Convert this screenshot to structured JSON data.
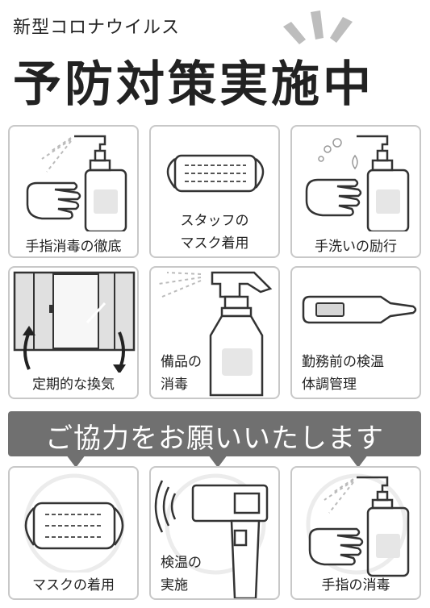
{
  "header": {
    "subtitle": "新型コロナウイルス",
    "title": "予防対策実施中"
  },
  "cards": {
    "hand_sanitize": "手指消毒の徹底",
    "staff_mask_1": "スタッフの",
    "staff_mask_2": "マスク着用",
    "hand_wash": "手洗いの励行",
    "ventilation": "定期的な換気",
    "equipment_1": "備品の",
    "equipment_2": "消毒",
    "health_1": "勤務前の検温",
    "health_2": "体調管理"
  },
  "banner": {
    "text": "ご協力をお願いいたします"
  },
  "requests": {
    "mask": "マスクの着用",
    "temp_1": "検温の",
    "temp_2": "実施",
    "hand": "手指の消毒"
  },
  "colors": {
    "banner_bg": "#707070",
    "card_border": "#c8c8c8",
    "icon_stroke": "#333333",
    "icon_fill_light": "#e6e6e6"
  }
}
